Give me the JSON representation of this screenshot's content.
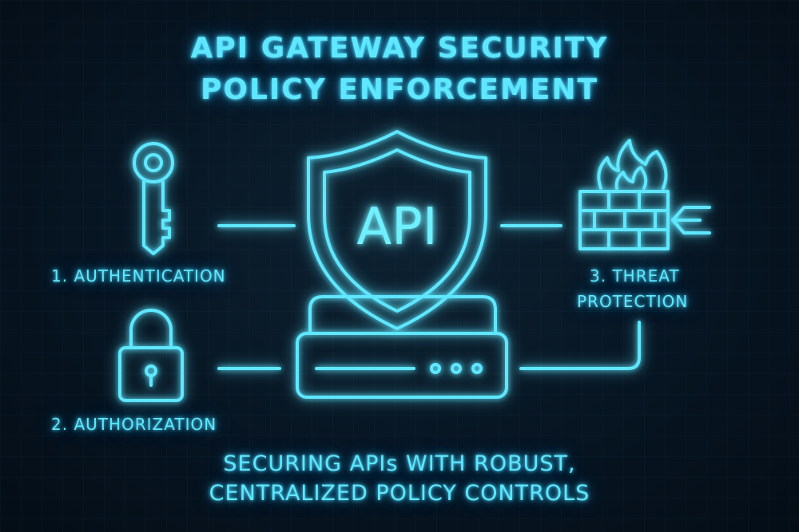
{
  "title": {
    "line1": "API GATEWAY SECURITY",
    "line2": "POLICY ENFORCEMENT"
  },
  "center": {
    "shield_text": "API"
  },
  "steps": {
    "authentication": "1. AUTHENTICATION",
    "authorization": "2. AUTHORIZATION",
    "threat_line1": "3. THREAT",
    "threat_line2": "PROTECTION"
  },
  "subtitle": {
    "line1": "SECURING APIs WITH ROBUST,",
    "line2": "CENTRALIZED POLICY CONTROLS"
  },
  "colors": {
    "neon": "#5ee7ff",
    "background": "#071522"
  }
}
